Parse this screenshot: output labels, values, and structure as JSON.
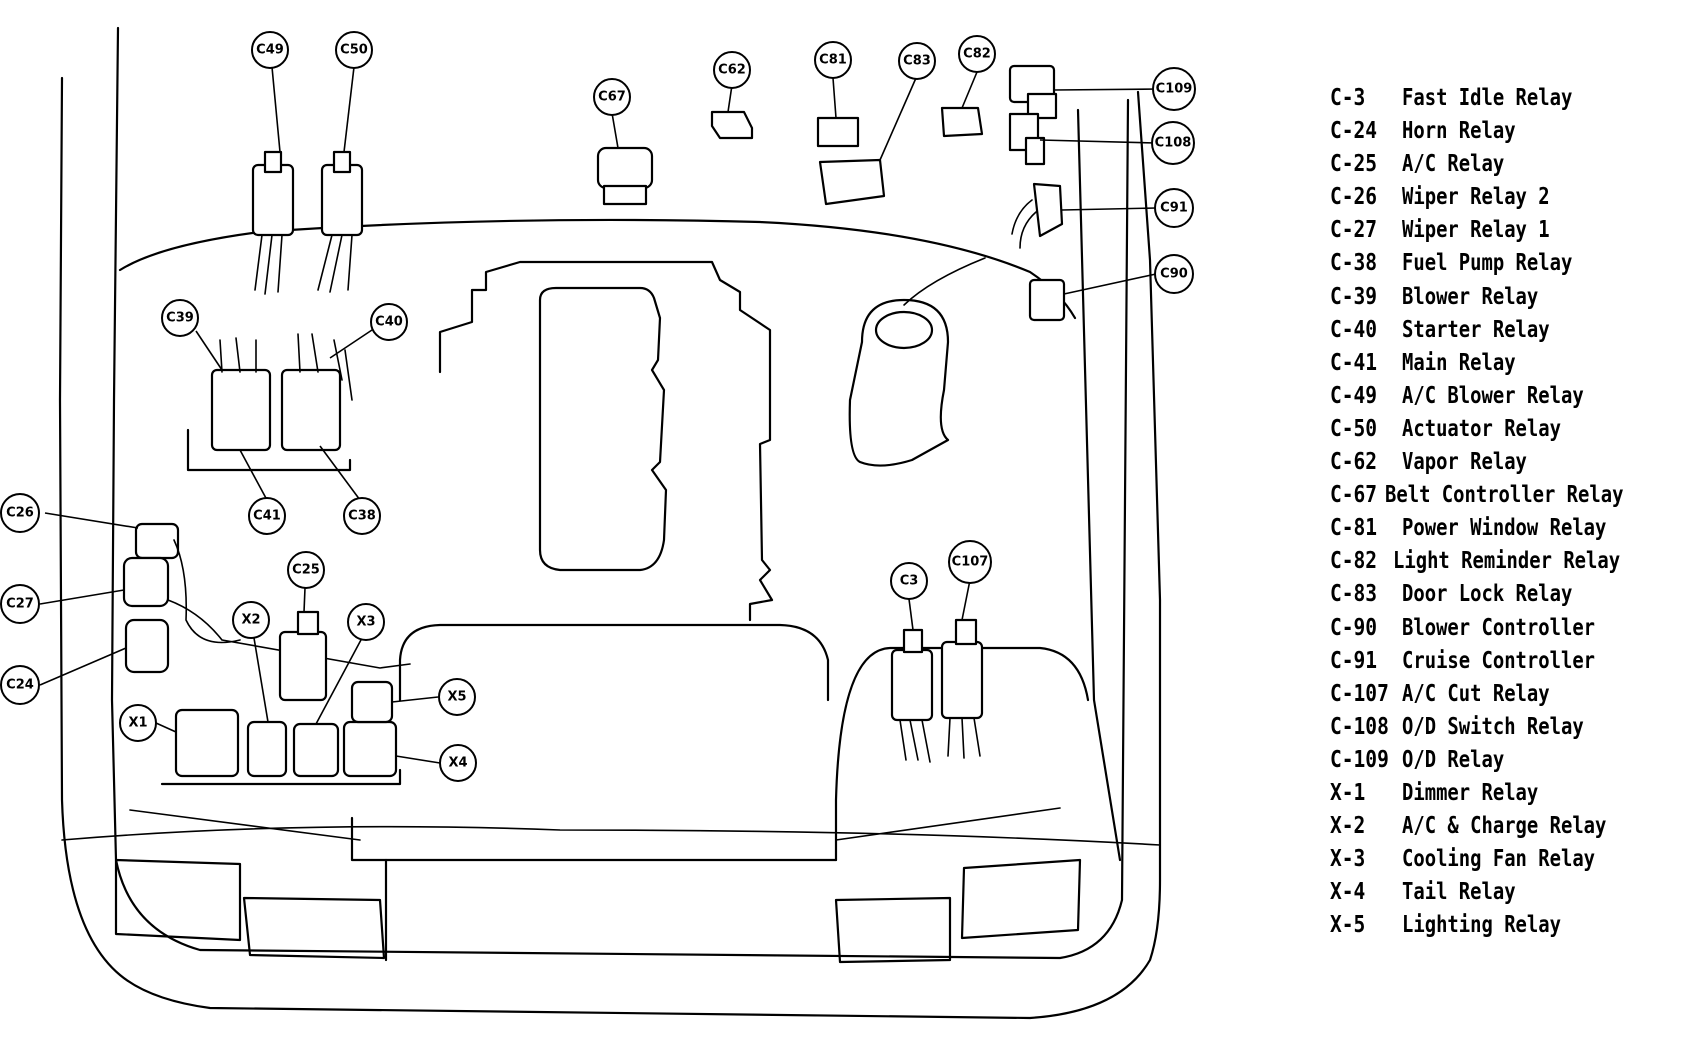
{
  "callouts": [
    {
      "id": "c49",
      "label": "C49"
    },
    {
      "id": "c50",
      "label": "C50"
    },
    {
      "id": "c67",
      "label": "C67"
    },
    {
      "id": "c62",
      "label": "C62"
    },
    {
      "id": "c81",
      "label": "C81"
    },
    {
      "id": "c83",
      "label": "C83"
    },
    {
      "id": "c82",
      "label": "C82"
    },
    {
      "id": "c109",
      "label": "C109"
    },
    {
      "id": "c108",
      "label": "C108"
    },
    {
      "id": "c91",
      "label": "C91"
    },
    {
      "id": "c90",
      "label": "C90"
    },
    {
      "id": "c39",
      "label": "C39"
    },
    {
      "id": "c40",
      "label": "C40"
    },
    {
      "id": "c41",
      "label": "C41"
    },
    {
      "id": "c38",
      "label": "C38"
    },
    {
      "id": "c26",
      "label": "C26"
    },
    {
      "id": "c27",
      "label": "C27"
    },
    {
      "id": "c24",
      "label": "C24"
    },
    {
      "id": "c25",
      "label": "C25"
    },
    {
      "id": "x2",
      "label": "X2"
    },
    {
      "id": "x3",
      "label": "X3"
    },
    {
      "id": "x5",
      "label": "X5"
    },
    {
      "id": "x1",
      "label": "X1"
    },
    {
      "id": "x4",
      "label": "X4"
    },
    {
      "id": "c3",
      "label": "C3"
    },
    {
      "id": "c107",
      "label": "C107"
    }
  ],
  "legend": [
    {
      "code": "C-3",
      "name": "Fast Idle Relay"
    },
    {
      "code": "C-24",
      "name": "Horn Relay"
    },
    {
      "code": "C-25",
      "name": "A/C Relay"
    },
    {
      "code": "C-26",
      "name": "Wiper Relay 2"
    },
    {
      "code": "C-27",
      "name": "Wiper Relay 1"
    },
    {
      "code": "C-38",
      "name": "Fuel Pump Relay"
    },
    {
      "code": "C-39",
      "name": "Blower Relay"
    },
    {
      "code": "C-40",
      "name": "Starter Relay"
    },
    {
      "code": "C-41",
      "name": "Main Relay"
    },
    {
      "code": "C-49",
      "name": "A/C Blower Relay"
    },
    {
      "code": "C-50",
      "name": "Actuator Relay"
    },
    {
      "code": "C-62",
      "name": "Vapor Relay"
    },
    {
      "code": "C-67",
      "name": "Belt Controller Relay"
    },
    {
      "code": "C-81",
      "name": "Power Window Relay"
    },
    {
      "code": "C-82",
      "name": "Light Reminder Relay"
    },
    {
      "code": "C-83",
      "name": "Door Lock Relay"
    },
    {
      "code": "C-90",
      "name": "Blower Controller"
    },
    {
      "code": "C-91",
      "name": "Cruise Controller"
    },
    {
      "code": "C-107",
      "name": "A/C Cut Relay"
    },
    {
      "code": "C-108",
      "name": "O/D Switch Relay"
    },
    {
      "code": "C-109",
      "name": "O/D Relay"
    },
    {
      "code": "X-1",
      "name": "Dimmer Relay"
    },
    {
      "code": "X-2",
      "name": "A/C & Charge Relay"
    },
    {
      "code": "X-3",
      "name": "Cooling Fan Relay"
    },
    {
      "code": "X-4",
      "name": "Tail Relay"
    },
    {
      "code": "X-5",
      "name": "Lighting Relay"
    }
  ]
}
